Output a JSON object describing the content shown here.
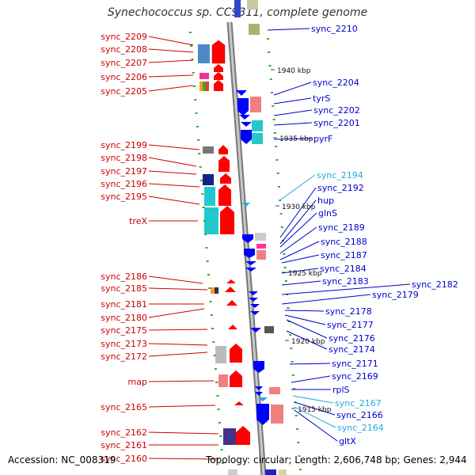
{
  "title": "Synechococcus sp. CC9311, complete genome",
  "footer": {
    "accession": "Accession: NC_008319",
    "topology": "Topology: circular; Length: 2,606,748 bp; Genes: 2,944"
  },
  "colors": {
    "left_label": "#cc0000",
    "right_label": "#0000cc",
    "right_label_light": "#22aadd",
    "backbone": "#999999",
    "forward_gene": "#ff0000",
    "reverse_gene": "#0000ff"
  },
  "kbp_markers": [
    "1940 kbp",
    "1935 kbp",
    "1930 kbp",
    "1925 kbp",
    "1920 kbp",
    "1915 kbp"
  ],
  "left_labels": [
    "sync_2209",
    "sync_2208",
    "sync_2207",
    "sync_2206",
    "sync_2205",
    "sync_2199",
    "sync_2198",
    "sync_2197",
    "sync_2196",
    "sync_2195",
    "treX",
    "sync_2186",
    "sync_2185",
    "sync_2181",
    "sync_2180",
    "sync_2175",
    "sync_2173",
    "sync_2172",
    "map",
    "sync_2165",
    "sync_2162",
    "sync_2161",
    "sync_2160"
  ],
  "right_labels": [
    {
      "text": "sync_2210",
      "tone": "dark"
    },
    {
      "text": "sync_2204",
      "tone": "dark"
    },
    {
      "text": "tyrS",
      "tone": "dark"
    },
    {
      "text": "sync_2202",
      "tone": "dark"
    },
    {
      "text": "sync_2201",
      "tone": "dark"
    },
    {
      "text": "pyrF",
      "tone": "dark"
    },
    {
      "text": "sync_2194",
      "tone": "light"
    },
    {
      "text": "sync_2192",
      "tone": "dark"
    },
    {
      "text": "hup",
      "tone": "dark"
    },
    {
      "text": "glnS",
      "tone": "dark"
    },
    {
      "text": "sync_2189",
      "tone": "dark"
    },
    {
      "text": "sync_2188",
      "tone": "dark"
    },
    {
      "text": "sync_2187",
      "tone": "dark"
    },
    {
      "text": "sync_2184",
      "tone": "dark"
    },
    {
      "text": "sync_2183",
      "tone": "dark"
    },
    {
      "text": "sync_2182",
      "tone": "dark"
    },
    {
      "text": "sync_2179",
      "tone": "dark"
    },
    {
      "text": "sync_2178",
      "tone": "dark"
    },
    {
      "text": "sync_2177",
      "tone": "dark"
    },
    {
      "text": "sync_2176",
      "tone": "dark"
    },
    {
      "text": "sync_2174",
      "tone": "dark"
    },
    {
      "text": "sync_2171",
      "tone": "dark"
    },
    {
      "text": "sync_2169",
      "tone": "dark"
    },
    {
      "text": "rplS",
      "tone": "dark"
    },
    {
      "text": "sync_2167",
      "tone": "light"
    },
    {
      "text": "sync_2166",
      "tone": "dark"
    },
    {
      "text": "sync_2164",
      "tone": "light"
    },
    {
      "text": "gltX",
      "tone": "dark"
    }
  ]
}
